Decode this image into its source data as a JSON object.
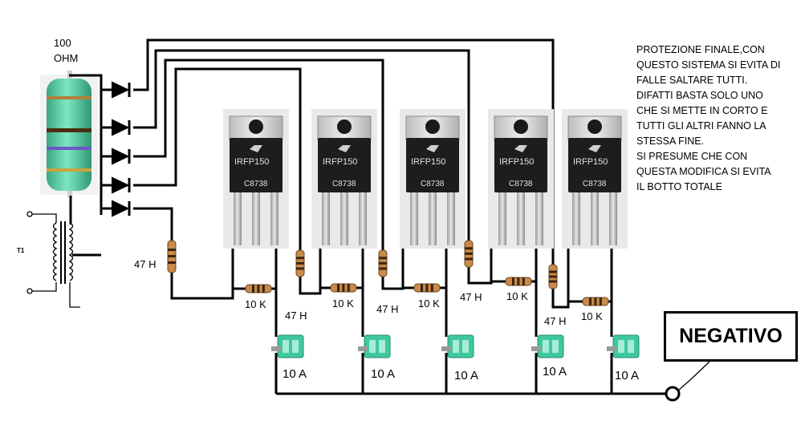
{
  "resistor_value": "100",
  "resistor_unit": "OHM",
  "transformer_label": "T1",
  "transistor_part": "IRFP150",
  "transistor_code": "C8738",
  "transistor_count": 5,
  "gate_resistor_label": "47 H",
  "pulldown_resistor_label": "10 K",
  "fuse_label": "10 A",
  "negative_label": "NEGATIVO",
  "note_text": "PROTEZIONE FINALE,CON\nQUESTO SISTEMA SI EVITA DI\nFALLE SALTARE TUTTI.\nDIFATTI BASTA SOLO UNO\nCHE SI METTE IN CORTO E\nTUTTI GLI ALTRI FANNO LA\nSTESSA FINE.\nSI PRESUME CHE CON\nQUESTA MODIFICA SI EVITA\nIL BOTTO TOTALE",
  "colors": {
    "wire": "#000000",
    "resistor_body": "#5fd1a8",
    "fuse_body": "#3fc8a0",
    "small_resistor_body": "#c98a4a",
    "transistor_tab": "#d9d9d9",
    "transistor_body": "#1d1d1d"
  }
}
